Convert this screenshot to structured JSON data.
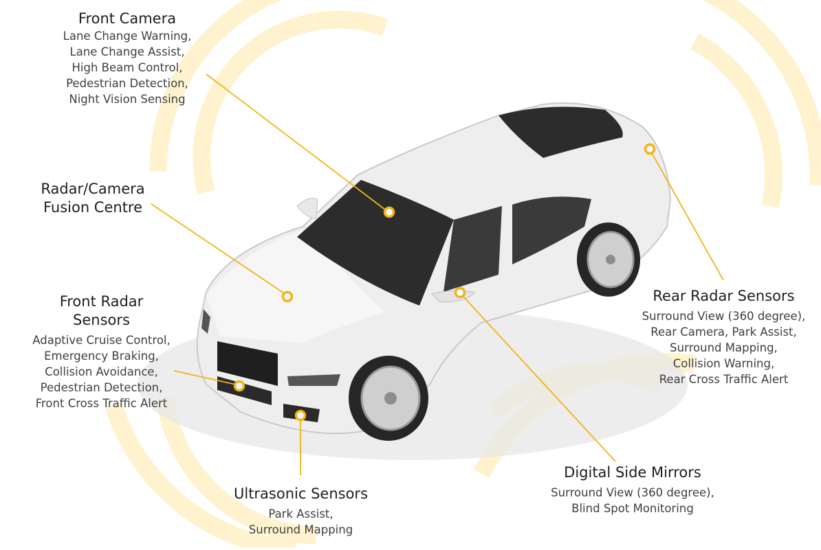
{
  "colors": {
    "accent": "#f2b21b",
    "wave": "#fff3cf",
    "car_body": "#eeeeee",
    "glass": "#2c2c2c",
    "text": "#222222"
  },
  "sensors": [
    {
      "id": "front-camera",
      "title": "Front Camera",
      "features": [
        "Lane Change Warning,",
        "Lane Change Assist,",
        "High Beam Control,",
        "Pedestrian Detection,",
        "Night Vision Sensing"
      ]
    },
    {
      "id": "fusion-centre",
      "title": "Radar/Camera\nFusion Centre",
      "features": []
    },
    {
      "id": "front-radar",
      "title": "Front Radar\nSensors",
      "features": [
        "Adaptive Cruise Control,",
        "Emergency Braking,",
        "Collision Avoidance,",
        "Pedestrian Detection,",
        "Front Cross Traffic Alert"
      ]
    },
    {
      "id": "ultrasonic",
      "title": "Ultrasonic Sensors",
      "features": [
        "Park Assist,",
        "Surround Mapping"
      ]
    },
    {
      "id": "side-mirrors",
      "title": "Digital Side Mirrors",
      "features": [
        "Surround View (360 degree),",
        "Blind Spot Monitoring"
      ]
    },
    {
      "id": "rear-radar",
      "title": "Rear Radar Sensors",
      "features": [
        "Surround View (360 degree),",
        "Rear Camera, Park Assist,",
        "Surround Mapping,",
        "Collision Warning,",
        "Rear Cross Traffic Alert"
      ]
    }
  ]
}
